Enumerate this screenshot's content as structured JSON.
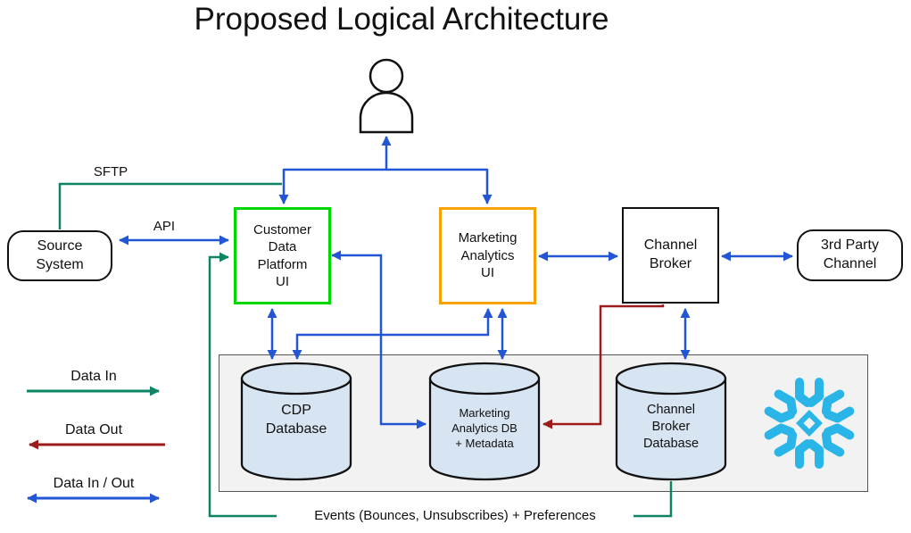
{
  "title": "Proposed Logical Architecture",
  "nodes": {
    "source_system": "Source\nSystem",
    "cdp_ui": "Customer\nData\nPlatform\nUI",
    "marketing_ui": "Marketing\nAnalytics\nUI",
    "channel_broker": "Channel\nBroker",
    "third_party": "3rd Party\nChannel",
    "cdp_db": "CDP\nDatabase",
    "marketing_db": "Marketing\nAnalytics DB\n+ Metadata",
    "broker_db": "Channel\nBroker\nDatabase"
  },
  "edge_labels": {
    "sftp": "SFTP",
    "api": "API",
    "events": "Events (Bounces, Unsubscribes) + Preferences"
  },
  "legend": [
    {
      "label": "Data In",
      "color": "#0E8467",
      "direction": "right"
    },
    {
      "label": "Data Out",
      "color": "#9E1B1B",
      "direction": "left"
    },
    {
      "label": "Data In / Out",
      "color": "#2356D4",
      "direction": "both"
    }
  ],
  "colors": {
    "flow_in": "#0E8467",
    "flow_out": "#9E1B1B",
    "flow_in_out": "#2356D4",
    "cdp_ui_border": "#00D800",
    "marketing_ui_border": "#F7A200",
    "database_fill": "#D7E4F1",
    "zone_fill": "#F2F2F2",
    "snowflake_blue": "#29B5E8"
  },
  "icons": {
    "user": "user-icon",
    "logo": "snowflake-logo"
  }
}
